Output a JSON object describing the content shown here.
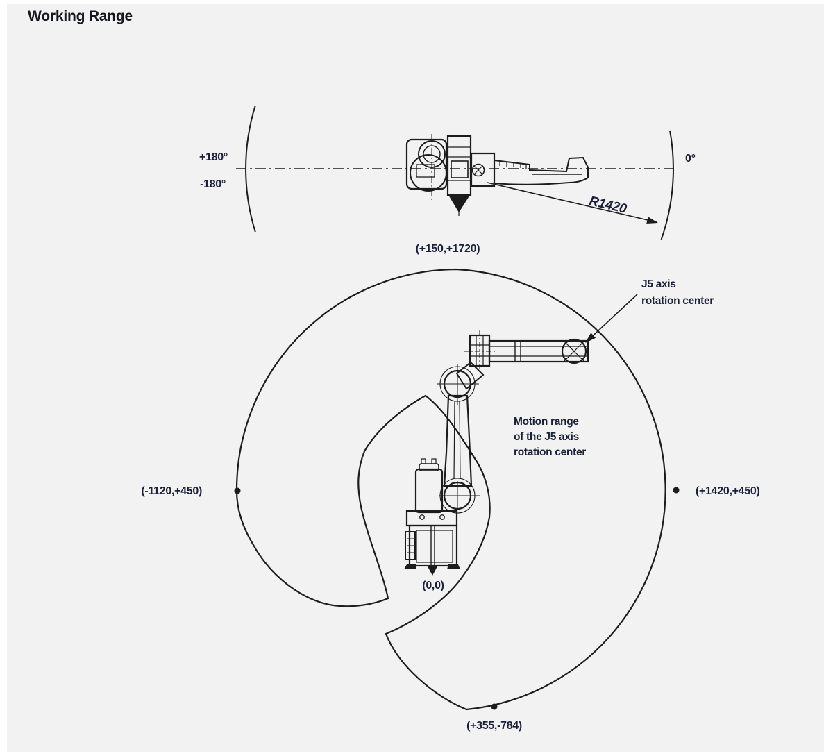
{
  "page": {
    "title": "Working Range"
  },
  "colors": {
    "background": "#f2f2f2",
    "ink": "#1c1c1c",
    "label": "#1a2138",
    "title": "#15181e"
  },
  "top_view": {
    "label_plus_180": "+180°",
    "label_minus_180": "-180°",
    "label_zero": "0°",
    "radius_label": "R1420"
  },
  "side_view": {
    "coord_top": "(+150,+1720)",
    "coord_left": "(-1120,+450)",
    "coord_right": "(+1420,+450)",
    "coord_origin": "(0,0)",
    "coord_bottom": "(+355,-784)",
    "j5_pointer_line1": "J5 axis",
    "j5_pointer_line2": "rotation center",
    "motion_line1": "Motion range",
    "motion_line2": "of the J5 axis",
    "motion_line3": "rotation center"
  }
}
